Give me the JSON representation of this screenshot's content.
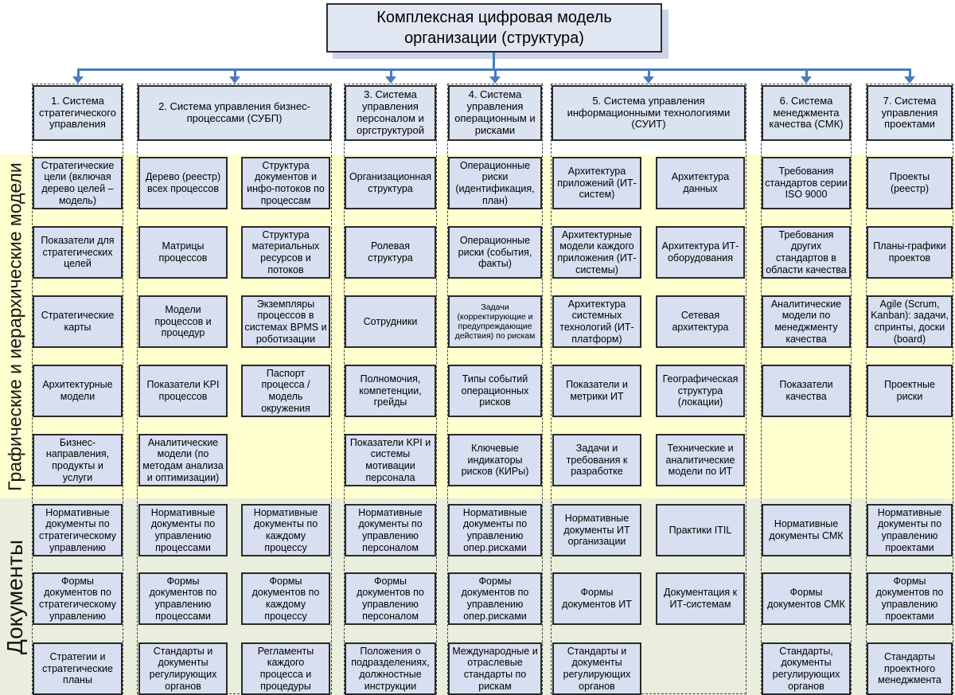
{
  "title": "Комплексная цифровая модель организации (структура)",
  "side_labels": {
    "models": "Графические и иерархические модели",
    "documents": "Документы"
  },
  "colors": {
    "connector": "#4a7bbd",
    "box_fill": "#d7dff1",
    "box_border": "#2a2a2a",
    "header_fill": "#dbe3f0",
    "title_fill": "#e1e7f2",
    "title_shadow": "#ccd5e8",
    "band_models": "#ffffd0",
    "band_documents": "#e9efdc",
    "dashed": "#3f3f3f",
    "text": "#000000"
  },
  "columns": [
    {
      "id": "strategy",
      "header": "1. Система стратегического управления",
      "subcolumns": [
        {
          "models": [
            "Стратегические цели (включая дерево целей – модель)",
            "Показатели для стратегических целей",
            "Стратегические карты",
            "Архитектурные модели",
            "Бизнес-направления, продукты и услуги"
          ],
          "documents": [
            "Нормативные документы по стратегическому управлению",
            "Формы документов по стратегическому управлению",
            "Стратегии и стратегические планы"
          ]
        }
      ]
    },
    {
      "id": "business-processes",
      "header": "2. Система управления бизнес-процессами (СУБП)",
      "subcolumns": [
        {
          "models": [
            "Дерево (реестр) всех процессов",
            "Матрицы процессов",
            "Модели процессов и процедур",
            "Показатели KPI процессов",
            "Аналитические модели (по методам анализа и оптимизации)"
          ],
          "documents": [
            "Нормативные документы по управлению процессами",
            "Формы документов по управлению процессами",
            "Стандарты и документы регулирующих органов"
          ]
        },
        {
          "models": [
            "Структура документов и инфо-потоков по процессам",
            "Структура материальных ресурсов и потоков",
            "Экземпляры процессов в системах BPMS и роботизации",
            "Паспорт процесса / модель окружения",
            null
          ],
          "documents": [
            "Нормативные документы по каждому процессу",
            "Формы документов по каждому процессу",
            "Регламенты каждого процесса и процедуры"
          ]
        }
      ]
    },
    {
      "id": "hr",
      "header": "3. Система управления персоналом и оргструктурой",
      "subcolumns": [
        {
          "models": [
            "Организационная структура",
            "Ролевая структура",
            "Сотрудники",
            "Полномочия, компетенции, грейды",
            "Показатели KPI и системы мотивации персонала"
          ],
          "documents": [
            "Нормативные документы по управлению персоналом",
            "Формы документов по управлению персоналом",
            "Положения о подразделениях, должностные инструкции"
          ]
        }
      ]
    },
    {
      "id": "operational-risks",
      "header": "4. Система управления операционным и рисками",
      "subcolumns": [
        {
          "models": [
            "Операционные риски (идентификация, план)",
            "Операционные риски (события, факты)",
            {
              "text": "Задачи (корректирующие и предупреждающие действия) по рискам",
              "small": true
            },
            "Типы событий операционных рисков",
            "Ключевые индикаторы рисков (КИРы)"
          ],
          "documents": [
            "Нормативные документы по управлению опер.рисками",
            "Формы документов по управлению опер.рисками",
            "Международные и отраслевые стандарты по рискам"
          ]
        }
      ]
    },
    {
      "id": "it",
      "header": "5. Система управления информационными технологиями (СУИТ)",
      "subcolumns": [
        {
          "models": [
            "Архитектура приложений (ИТ-систем)",
            "Архитектурные модели каждого приложения (ИТ-системы)",
            "Архитектура системных технологий (ИТ-платформ)",
            "Показатели и метрики ИТ",
            "Задачи и требования к разработке"
          ],
          "documents": [
            "Нормативные документы ИТ организации",
            "Формы документов ИТ",
            "Стандарты и документы регулирующих органов"
          ]
        },
        {
          "models": [
            "Архитектура данных",
            "Архитектура ИТ-оборудования",
            "Сетевая архитектура",
            "Географическая структура (локации)",
            "Технические и аналитические модели по ИТ"
          ],
          "documents": [
            "Практики ITIL",
            "Документация к ИТ-системам",
            null
          ]
        }
      ]
    },
    {
      "id": "quality",
      "header": "6. Система менеджмента качества (СМК)",
      "subcolumns": [
        {
          "models": [
            "Требования стандартов серии ISO 9000",
            "Требования других стандартов в области качества",
            "Аналитические модели по менеджменту качества",
            "Показатели качества",
            null
          ],
          "documents": [
            "Нормативные документы СМК",
            "Формы документов СМК",
            "Стандарты, документы регулирующих органов"
          ]
        }
      ]
    },
    {
      "id": "projects",
      "header": "7. Система управления проектами",
      "subcolumns": [
        {
          "models": [
            "Проекты (реестр)",
            "Планы-графики проектов",
            "Agile (Scrum, Kanban): задачи, спринты, доски (board)",
            "Проектные риски",
            null
          ],
          "documents": [
            "Нормативные документы по управлению проектами",
            "Формы документов по управлению проектами",
            "Стандарты проектного менеджмента"
          ]
        }
      ]
    }
  ]
}
